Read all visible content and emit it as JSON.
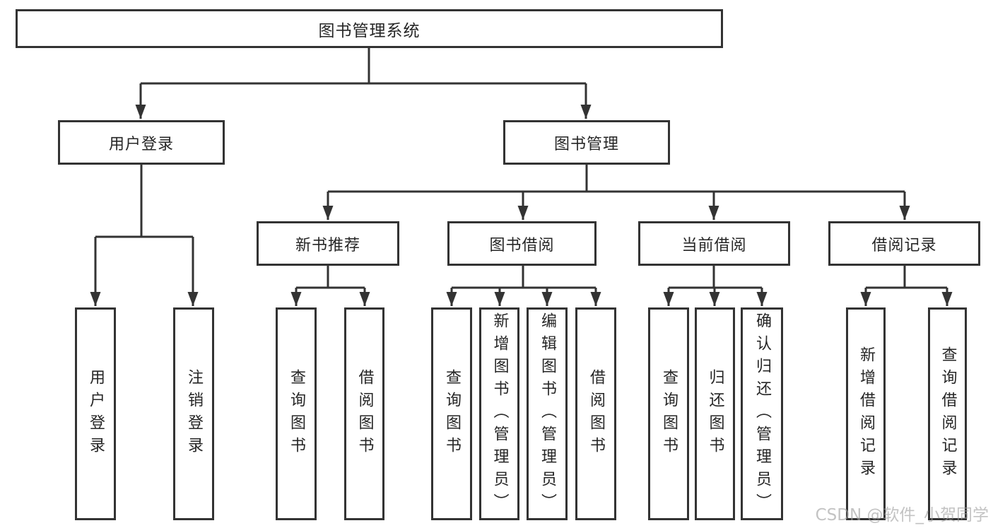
{
  "colors": {
    "line": "#333333",
    "box_border": "#333333",
    "box_fill": "#ffffff",
    "text": "#262626",
    "watermark": "#9e9e9e"
  },
  "watermark": "CSDN @软件_小贺同学",
  "tree": {
    "label": "图书管理系统",
    "children": [
      {
        "label": "用户登录",
        "children": [
          {
            "label": "用户登录"
          },
          {
            "label": "注销登录"
          }
        ]
      },
      {
        "label": "图书管理",
        "children": [
          {
            "label": "新书推荐",
            "children": [
              {
                "label": "查询图书"
              },
              {
                "label": "借阅图书"
              }
            ]
          },
          {
            "label": "图书借阅",
            "children": [
              {
                "label": "查询图书"
              },
              {
                "label": "新增图书（管理员）"
              },
              {
                "label": "编辑图书（管理员）"
              },
              {
                "label": "借阅图书"
              }
            ]
          },
          {
            "label": "当前借阅",
            "children": [
              {
                "label": "查询图书"
              },
              {
                "label": "归还图书"
              },
              {
                "label": "确认归还（管理员）"
              }
            ]
          },
          {
            "label": "借阅记录",
            "children": [
              {
                "label": "新增借阅记录"
              },
              {
                "label": "查询借阅记录"
              }
            ]
          }
        ]
      }
    ]
  }
}
